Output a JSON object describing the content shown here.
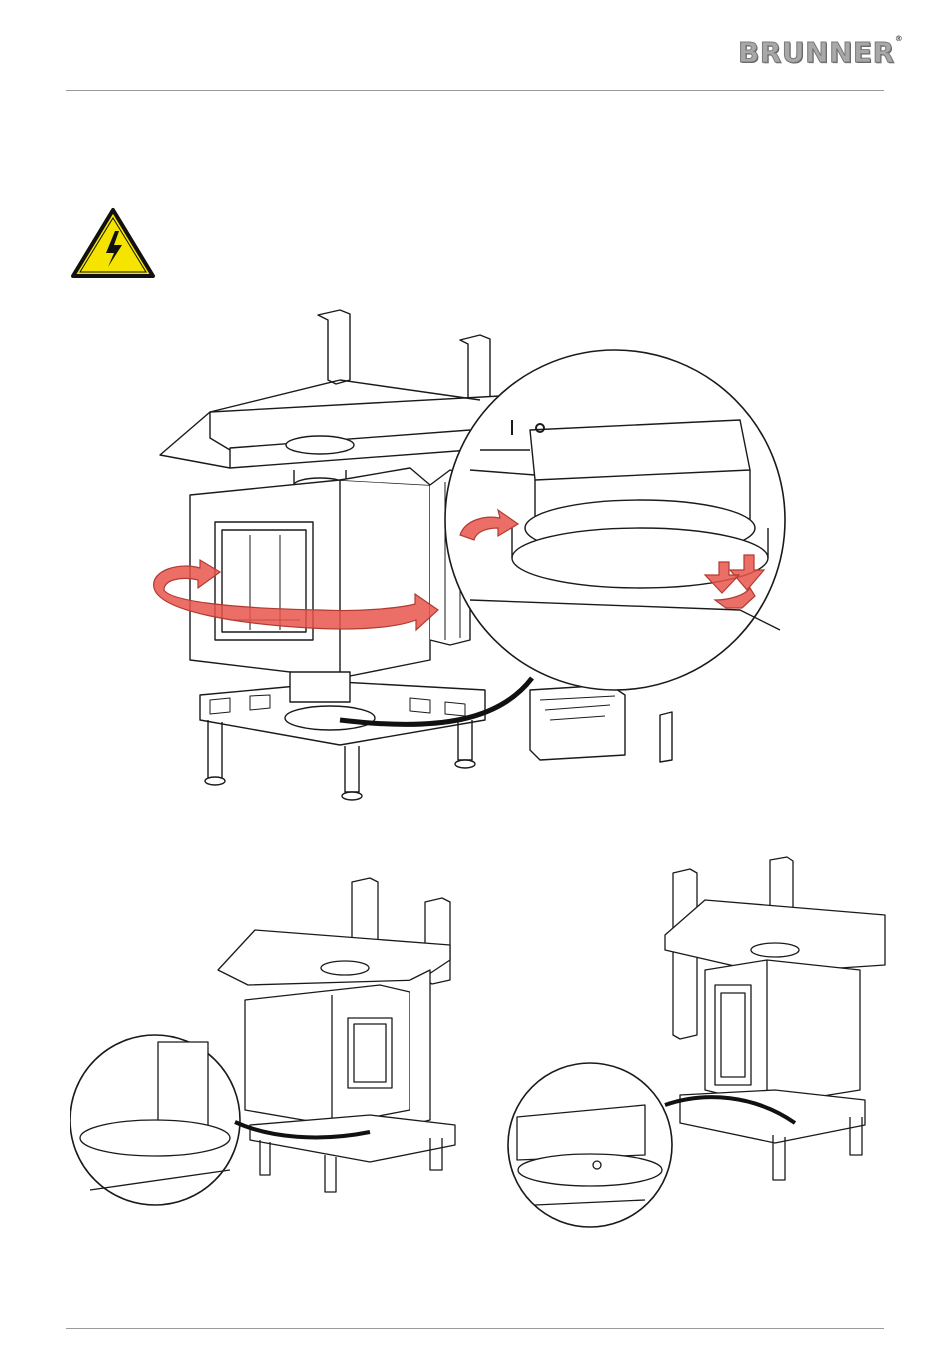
{
  "header": {
    "brand": "BRUNNER",
    "trademark": "®"
  },
  "warning": {
    "icon": "electric-hazard-icon",
    "color": "#f5e400"
  },
  "figures": [
    {
      "id": "main",
      "arrow_color": "#e8564c"
    },
    {
      "id": "bottom-left"
    },
    {
      "id": "bottom-right"
    }
  ]
}
